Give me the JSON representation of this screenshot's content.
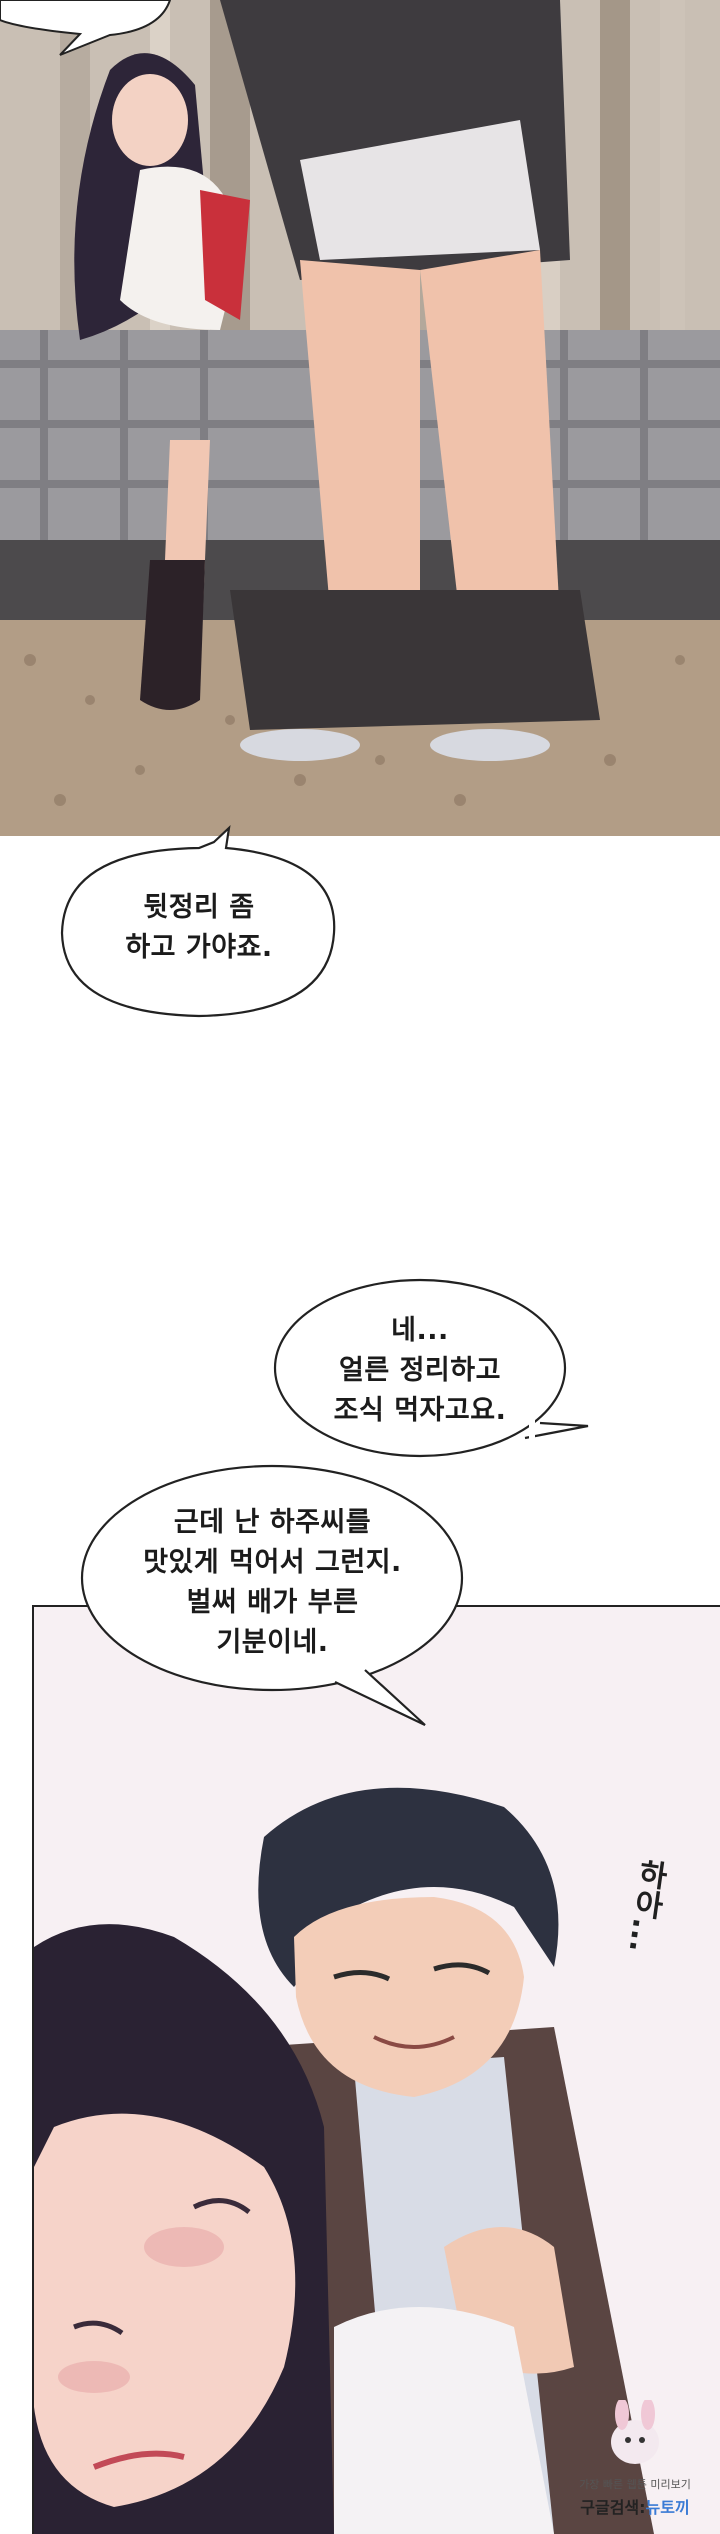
{
  "bubbles": {
    "aftercare": "뒷정리 좀\n하고 가야죠.",
    "reply": "네...\n얼른 정리하고\n조식 먹자고요.",
    "full": "근데 난 하주씨를\n맛있게 먹어서 그런지.\n벌써 배가 부른\n기분이네."
  },
  "sfx": {
    "sigh": "하아..."
  },
  "watermark": {
    "line1": "가장 빠른 웹툰 미리보기",
    "line2": "구글검색:",
    "brand": "뉴토끼"
  }
}
